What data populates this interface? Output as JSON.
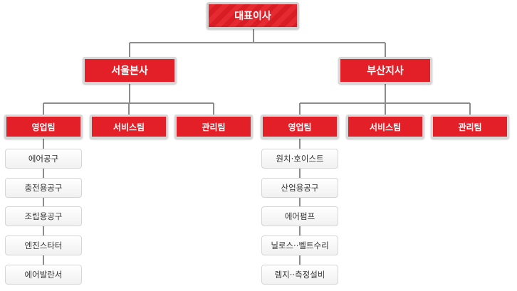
{
  "ceo": "대표이사",
  "branches": [
    {
      "name": "서울본사",
      "teams": [
        "영업팀",
        "서비스팀",
        "관리팀"
      ],
      "products": [
        "에어공구",
        "충전용공구",
        "조립용공구",
        "엔진스타터",
        "에어발란서"
      ]
    },
    {
      "name": "부산지사",
      "teams": [
        "영업팀",
        "서비스팀",
        "관리팀"
      ],
      "products": [
        "원치·호이스트",
        "산업용공구",
        "에어펌프",
        "닐로스··벨트수리",
        "렘지··측정설비"
      ]
    }
  ],
  "colors": {
    "box_red": "#e32027",
    "line_gray": "#8c8c8c",
    "sub_border": "#d6d6d6"
  }
}
